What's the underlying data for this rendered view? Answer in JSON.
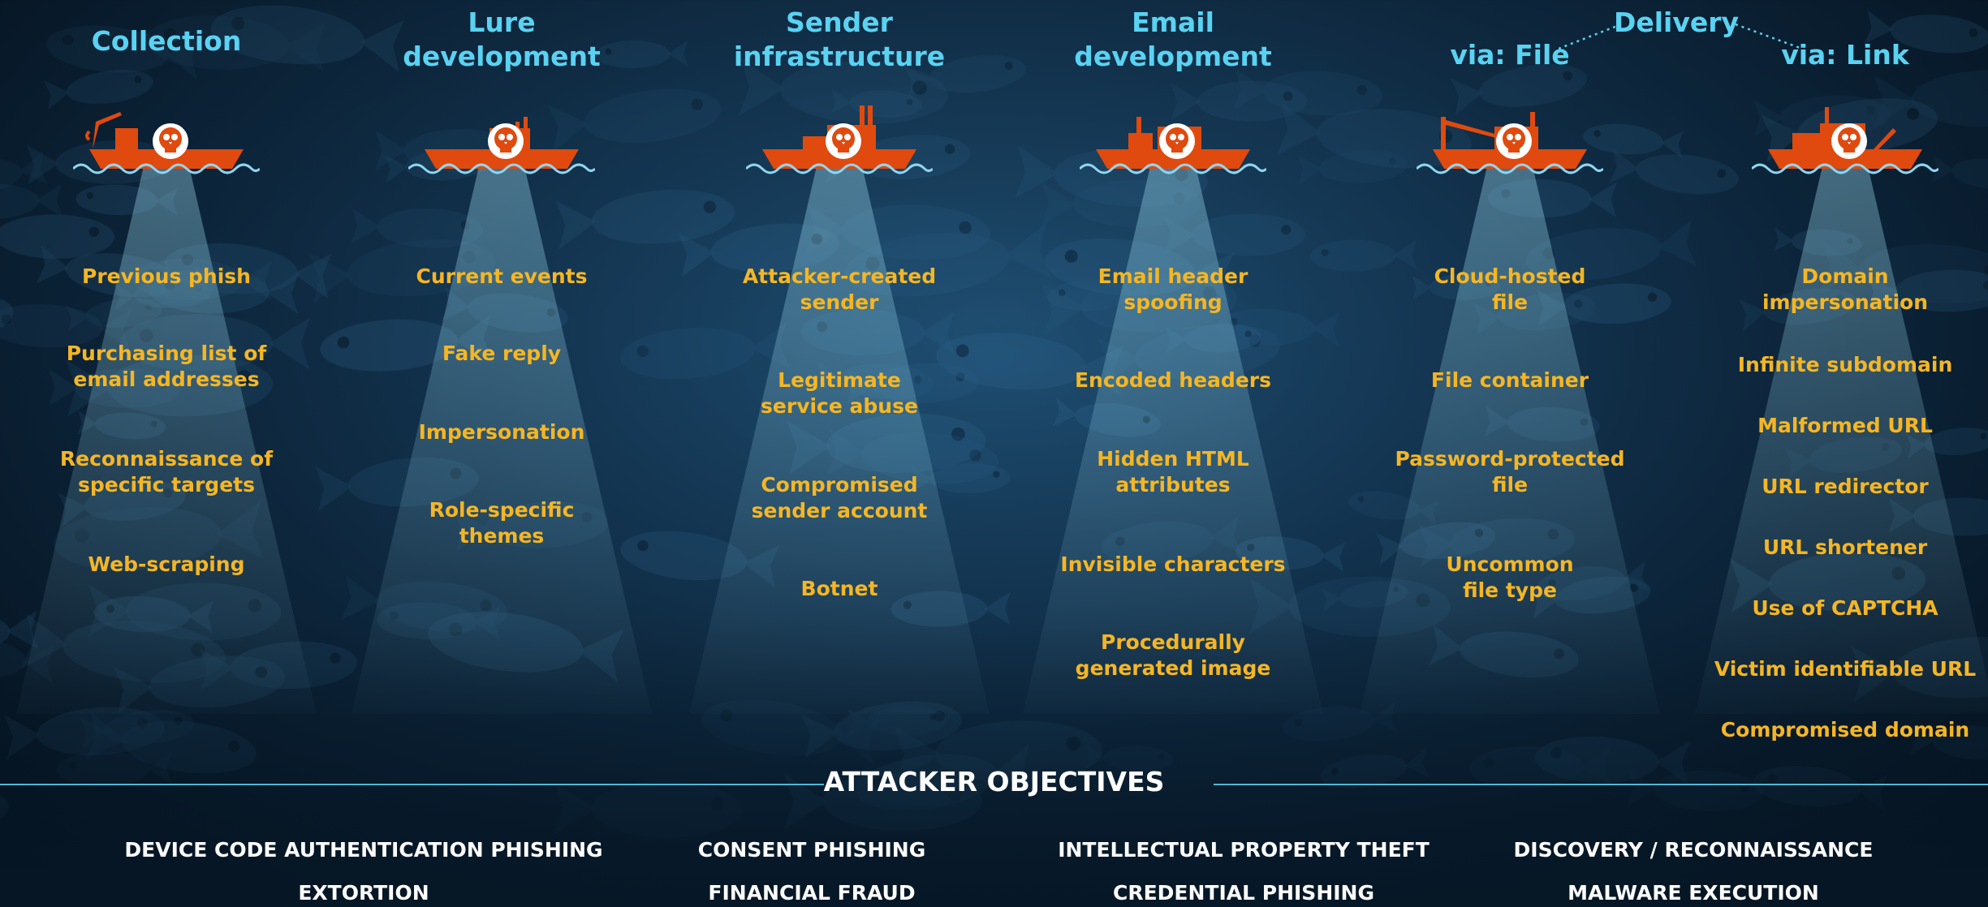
{
  "columns": [
    {
      "title": "Collection",
      "items": [
        "Previous phish",
        "Purchasing list of\nemail addresses",
        "Reconnaissance of\nspecific targets",
        "Web-scraping"
      ]
    },
    {
      "title": "Lure\ndevelopment",
      "items": [
        "Current events",
        "Fake reply",
        "Impersonation",
        "Role-specific\nthemes"
      ]
    },
    {
      "title": "Sender\ninfrastructure",
      "items": [
        "Attacker-created\nsender",
        "Legitimate\nservice abuse",
        "Compromised\nsender account",
        "Botnet"
      ]
    },
    {
      "title": "Email\ndevelopment",
      "items": [
        "Email header\nspoofing",
        "Encoded headers",
        "Hidden HTML\nattributes",
        "Invisible characters",
        "Procedurally\ngenerated image"
      ]
    },
    {
      "title": "via: File",
      "items": [
        "Cloud-hosted\nfile",
        "File container",
        "Password-protected\nfile",
        "Uncommon\nfile type"
      ]
    },
    {
      "title": "via: Link",
      "items": [
        "Domain\nimpersonation",
        "Infinite subdomain",
        "Malformed URL",
        "URL redirector",
        "URL shortener",
        "Use of CAPTCHA",
        "Victim identifiable URL",
        "Compromised domain"
      ]
    }
  ],
  "delivery_label": "Delivery",
  "objectives": {
    "title": "ATTACKER OBJECTIVES",
    "items": [
      "DEVICE CODE AUTHENTICATION PHISHING",
      "CONSENT PHISHING",
      "INTELLECTUAL PROPERTY THEFT",
      "DISCOVERY / RECONNAISSANCE",
      "EXTORTION",
      "FINANCIAL FRAUD",
      "CREDENTIAL PHISHING",
      "MALWARE EXECUTION"
    ]
  },
  "colors": {
    "title": "#5ad2f2",
    "item": "#f5b624",
    "ship": "#e04a0e",
    "wave": "#8fd6f0",
    "objective_line": "#4fb9d6"
  },
  "icons": [
    "skull-icon",
    "ship-icon"
  ]
}
